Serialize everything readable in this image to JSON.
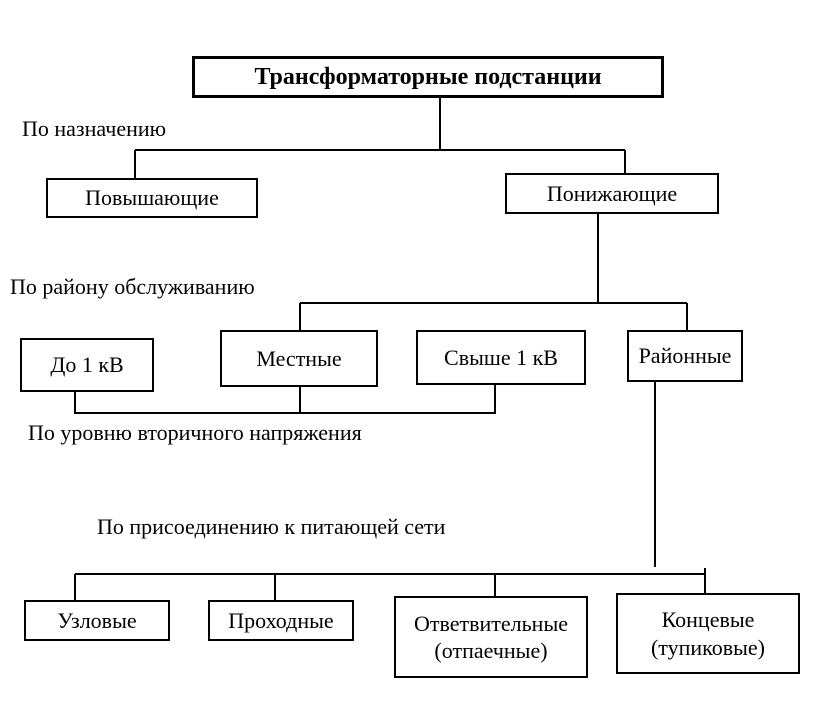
{
  "title": "Трансформаторные подстанции",
  "criteria": {
    "purpose": "По назначению",
    "service_area": "По району обслуживанию",
    "secondary_voltage": "По уровню вторичного напряжения",
    "grid_connection": "По присоединению к питающей сети"
  },
  "purpose_types": {
    "step_up": "Повышающие",
    "step_down": "Понижающие"
  },
  "area_types": {
    "up_to_1kv": "До 1 кВ",
    "local": "Местные",
    "above_1kv": "Свыше 1 кВ",
    "district": "Районные"
  },
  "connection_types": {
    "nodal": "Узловые",
    "pass_through": "Проходные",
    "branch_line1": "Ответвительные",
    "branch_line2": "(отпаечные)",
    "terminal_line1": "Концевые",
    "terminal_line2": "(тупиковые)"
  }
}
